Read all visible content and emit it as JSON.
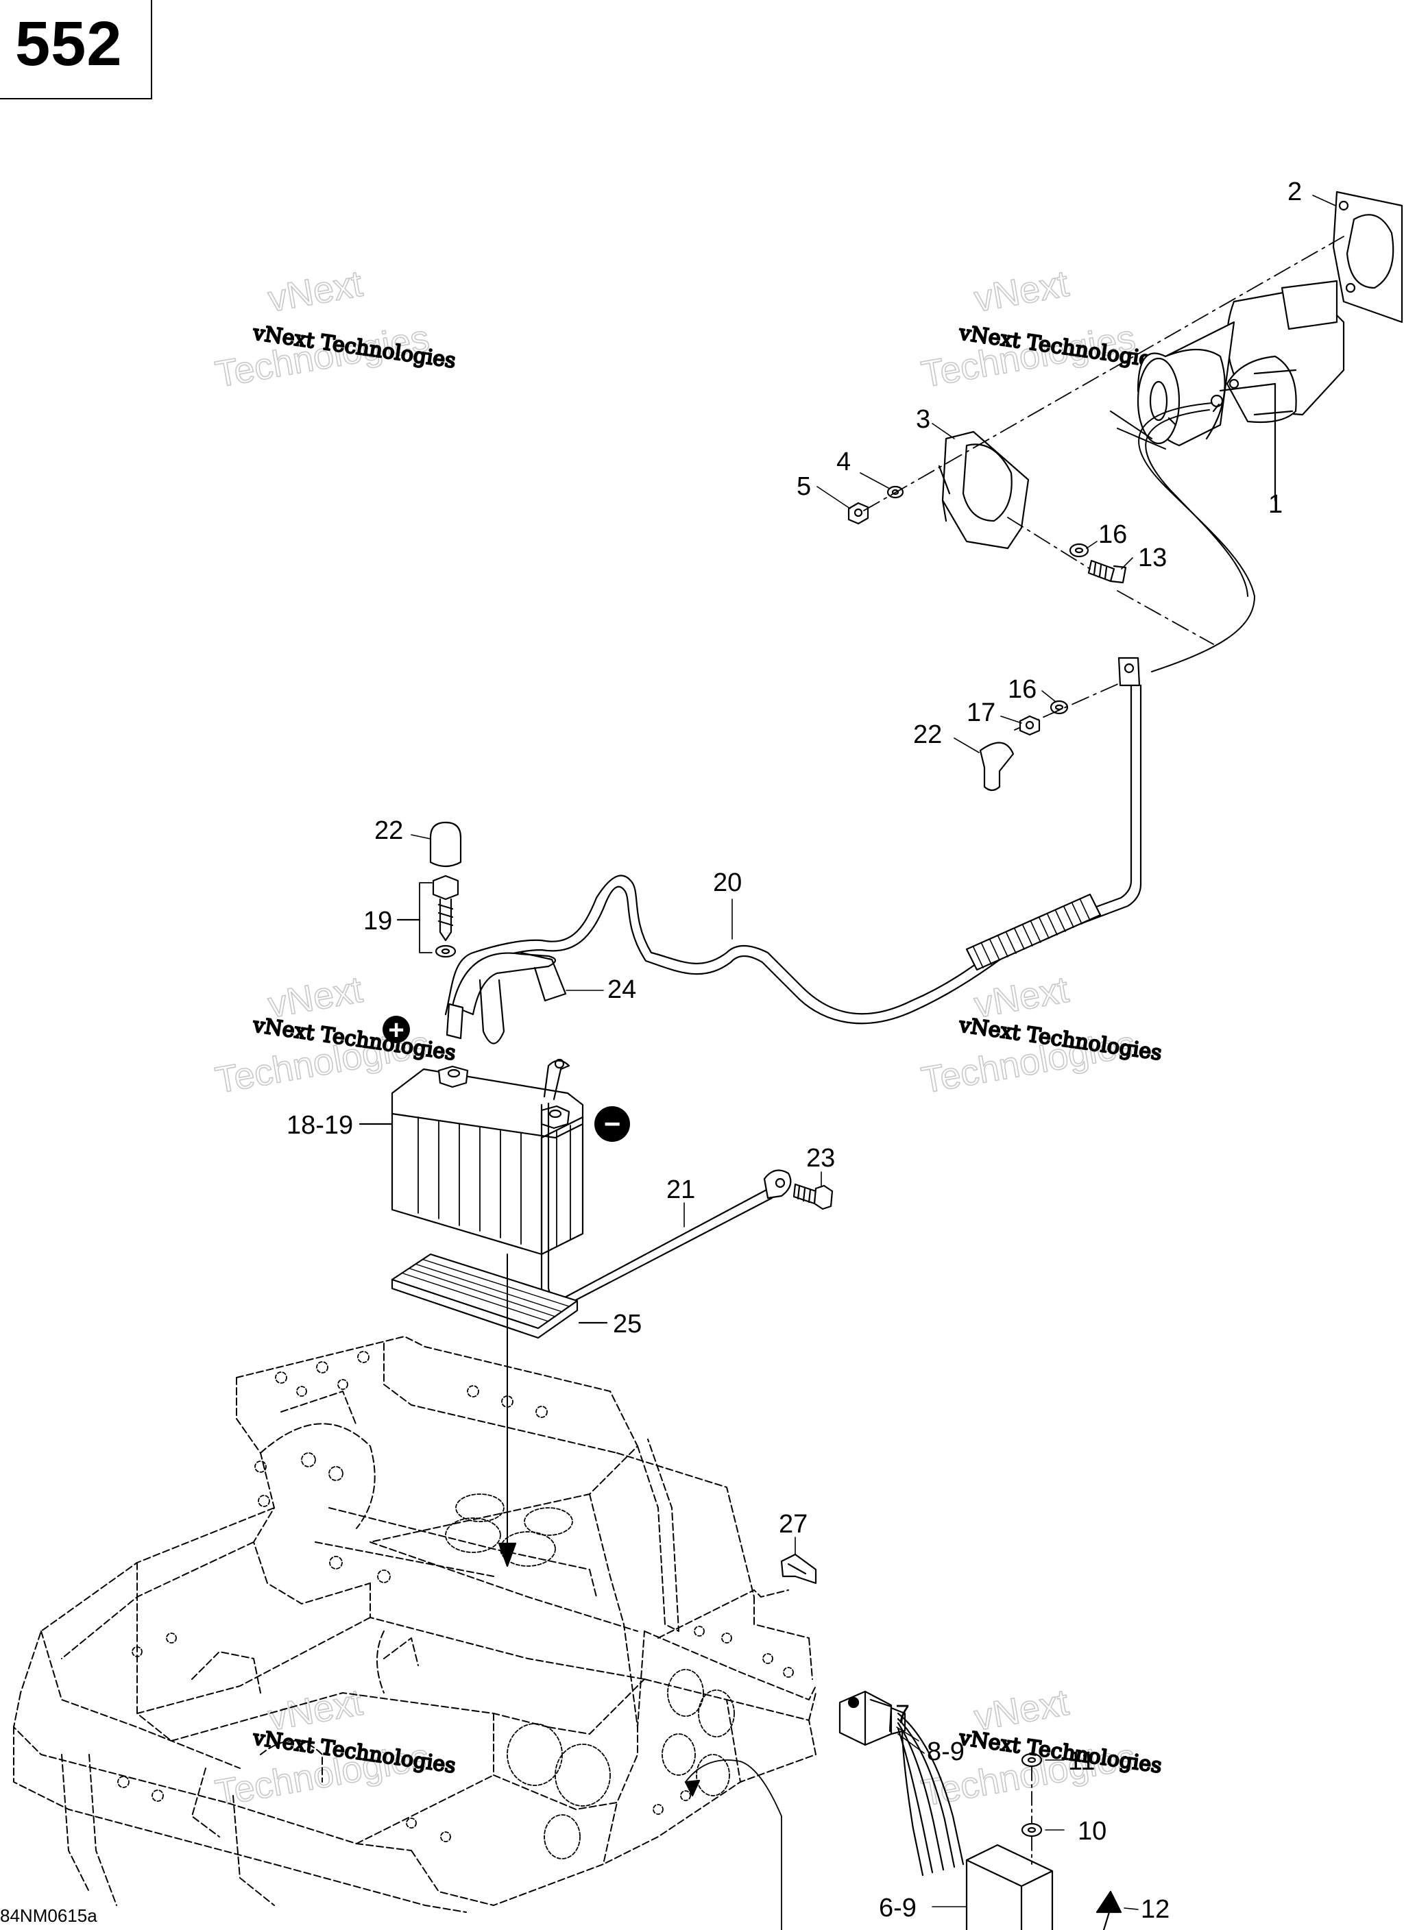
{
  "page_number": "552",
  "document_code": "84NM0615a",
  "watermarks": [
    {
      "line1": "vNext Technologies",
      "line2": "vNext",
      "line3": "Technologies"
    },
    {
      "line1": "vNext Technologies",
      "line2": "vNext",
      "line3": "Technologies"
    },
    {
      "line1": "vNext Technologies",
      "line2": "vNext",
      "line3": "Technologies"
    },
    {
      "line1": "vNext Technologies",
      "line2": "vNext",
      "line3": "Technologies"
    },
    {
      "line1": "vNext Technologies",
      "line2": "vNext",
      "line3": "Technologies"
    },
    {
      "line1": "vNext Technologies",
      "line2": "vNext",
      "line3": "Technologies"
    }
  ],
  "terminal_signs": {
    "positive": "+",
    "negative": "−"
  },
  "callouts": {
    "c1": "1",
    "c2": "2",
    "c3": "3",
    "c4": "4",
    "c5": "5",
    "c13": "13",
    "c16a": "16",
    "c16b": "16",
    "c17": "17",
    "c22a": "22",
    "c22b": "22",
    "c19": "19",
    "c20": "20",
    "c24": "24",
    "c18_19": "18-19",
    "c21": "21",
    "c23": "23",
    "c25": "25",
    "c27": "27",
    "c7": "7",
    "c8_9": "8-9",
    "c11": "11",
    "c10": "10",
    "c6_9": "6-9",
    "c12": "12"
  }
}
